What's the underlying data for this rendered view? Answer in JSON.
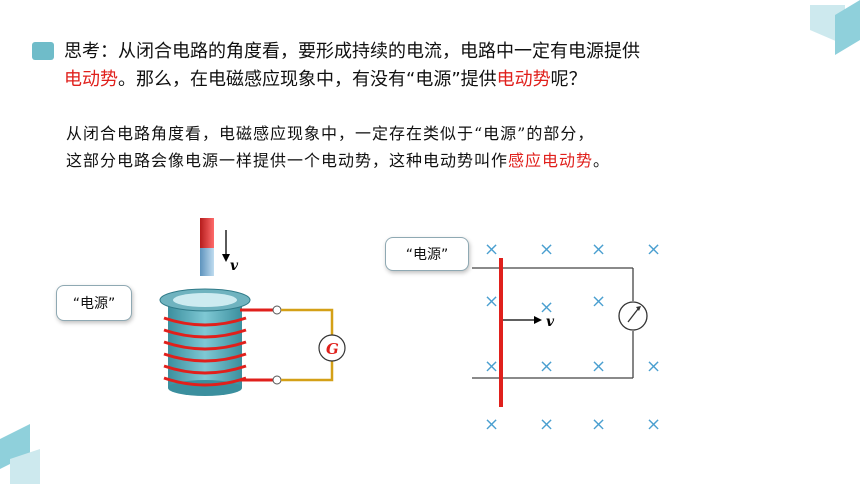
{
  "prompt": {
    "lead": "思考：从闭合电路的角度看，要形成持续的电流，电路中一定有电源提供",
    "hl1": "电动势",
    "mid": "。那么，在电磁感应现象中，有没有“电源”提供",
    "hl2": "电动势",
    "tail": "呢？"
  },
  "paragraph": {
    "line1": "从闭合电路角度看，电磁感应现象中，一定存在类似于“电源”的部分，",
    "line2_prefix": "这部分电路会像电源一样提供一个电动势，这种电动势叫作",
    "line2_highlight": "感应电动势",
    "line2_suffix": "。"
  },
  "figure_left": {
    "callout": "“电源”",
    "velocity_label": "v",
    "galvanometer_label": "G"
  },
  "figure_right": {
    "callout": "“电源”",
    "velocity_label": "v",
    "field_symbol": "×"
  },
  "colors": {
    "accent": "#6fbcc9",
    "highlight": "#e0201c",
    "field": "#4a9fd0",
    "wire": "#d4a017"
  }
}
